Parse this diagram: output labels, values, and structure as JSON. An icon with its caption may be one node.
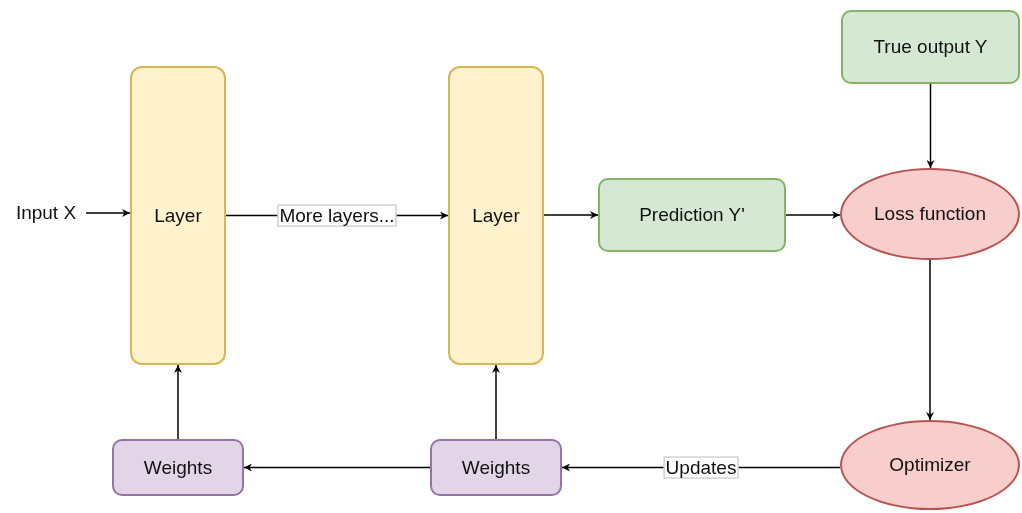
{
  "diagram": {
    "nodes": [
      {
        "text": [
          "Input X"
        ]
      },
      {
        "text": [
          "Layer"
        ]
      },
      {
        "text": [
          "Layer"
        ]
      },
      {
        "text": [
          "Prediction Y'"
        ]
      },
      {
        "text": [
          "True output Y"
        ]
      },
      {
        "text": [
          "Loss function"
        ]
      },
      {
        "text": [
          "Optimizer"
        ]
      },
      {
        "text": [
          "Weights"
        ]
      },
      {
        "text": [
          "Weights"
        ]
      }
    ],
    "edges": [
      {
        "from": 0,
        "to": 1,
        "arrow": "to"
      },
      {
        "from": 1,
        "to": 2,
        "arrow": "to",
        "label": "More layers..."
      },
      {
        "from": 2,
        "to": 3,
        "arrow": "to"
      },
      {
        "from": 3,
        "to": 5,
        "arrow": "to"
      },
      {
        "from": 4,
        "to": 5,
        "arrow": "to"
      },
      {
        "from": 5,
        "to": 6,
        "arrow": "to"
      },
      {
        "from": 6,
        "to": 8,
        "arrow": "to",
        "label": "Updates"
      },
      {
        "from": 8,
        "to": 7,
        "arrow": "to"
      },
      {
        "from": 7,
        "to": 1,
        "arrow": "to"
      },
      {
        "from": 8,
        "to": 2,
        "arrow": "to"
      }
    ]
  }
}
